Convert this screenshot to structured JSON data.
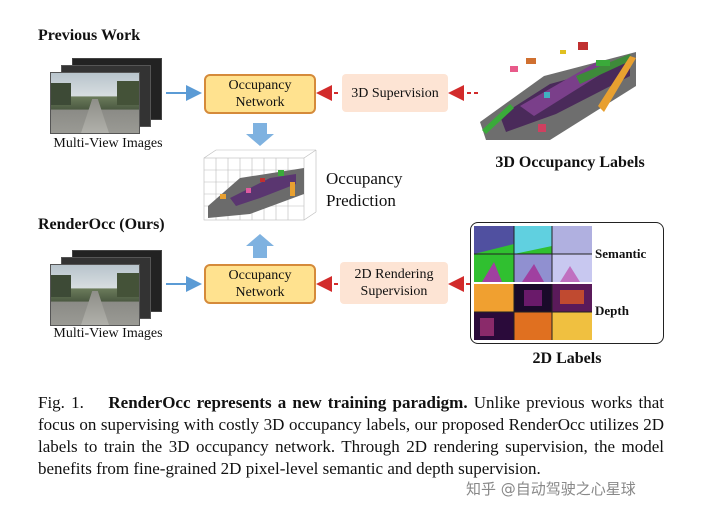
{
  "top": {
    "heading": "Previous Work",
    "images_label": "Multi-View Images",
    "network_label": "Occupancy\nNetwork",
    "supervision_label": "3D Supervision",
    "labels_title": "3D Occupancy Labels"
  },
  "middle": {
    "prediction_label": "Occupancy\nPrediction"
  },
  "bottom": {
    "heading": "RenderOcc (Ours)",
    "images_label": "Multi-View Images",
    "network_label": "Occupancy\nNetwork",
    "supervision_label": "2D Rendering\nSupervision",
    "semantic_label": "Semantic",
    "depth_label": "Depth",
    "labels_title": "2D Labels"
  },
  "caption": {
    "fig_label": "Fig. 1.",
    "bold_text": "RenderOcc represents a new training paradigm.",
    "body_text": "Unlike previous works that focus on supervising with costly 3D occupancy labels, our proposed RenderOcc utilizes 2D labels to train the 3D occupancy network. Through 2D rendering supervision, the model benefits from fine-grained 2D pixel-level semantic and depth supervision."
  },
  "watermark": "知乎 @自动驾驶之心星球",
  "colors": {
    "network_fill": "#ffe28f",
    "network_border": "#d58a3a",
    "supervision_fill": "#fde4d4",
    "blue_arrow": "#5b9bd5",
    "red_arrow": "#d22b2b"
  }
}
